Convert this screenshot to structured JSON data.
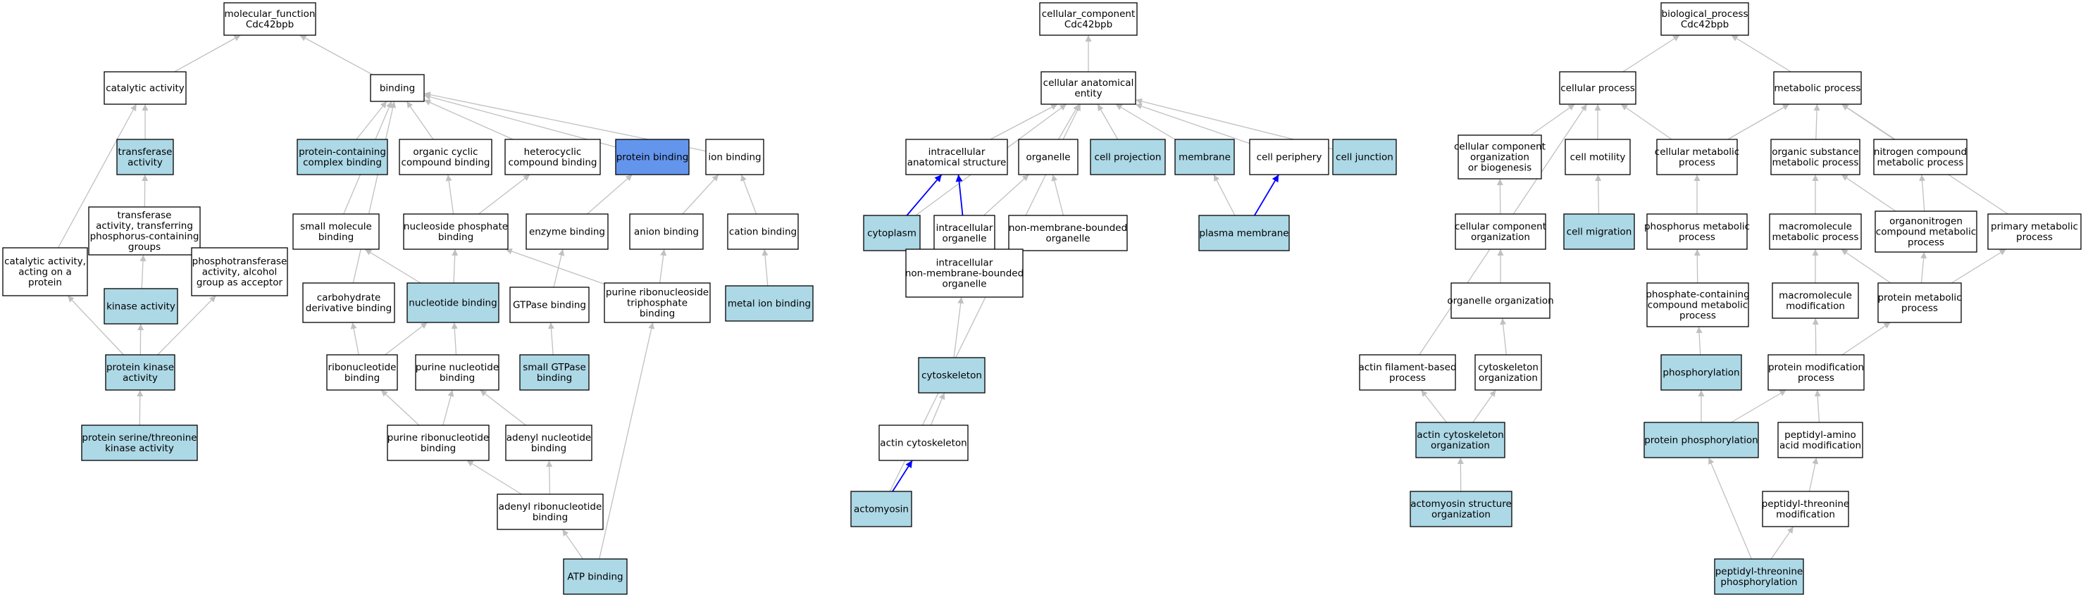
{
  "colors": {
    "default_fill": "#ffffff",
    "annotated_fill": "#add8e6",
    "query_fill": "#6495ed",
    "edge_gray": "#c0c0c0",
    "edge_blue": "#0000ff"
  },
  "nodes": [
    {
      "id": "mf",
      "lines": [
        "molecular_function",
        "Cdc42bpb"
      ],
      "fill": "default"
    },
    {
      "id": "catalytic",
      "lines": [
        "catalytic activity"
      ],
      "fill": "default"
    },
    {
      "id": "binding",
      "lines": [
        "binding"
      ],
      "fill": "default"
    },
    {
      "id": "transferase",
      "lines": [
        "transferase",
        "activity"
      ],
      "fill": "annotated"
    },
    {
      "id": "pccb",
      "lines": [
        "protein-containing",
        "complex binding"
      ],
      "fill": "annotated"
    },
    {
      "id": "occb",
      "lines": [
        "organic cyclic",
        "compound binding"
      ],
      "fill": "default"
    },
    {
      "id": "hcb",
      "lines": [
        "heterocyclic",
        "compound binding"
      ],
      "fill": "default"
    },
    {
      "id": "protbind",
      "lines": [
        "protein binding"
      ],
      "fill": "query"
    },
    {
      "id": "ionbind",
      "lines": [
        "ion binding"
      ],
      "fill": "default"
    },
    {
      "id": "transP",
      "lines": [
        "transferase",
        "activity, transferring",
        "phosphorus-containing",
        "groups"
      ],
      "fill": "default"
    },
    {
      "id": "smb",
      "lines": [
        "small molecule",
        "binding"
      ],
      "fill": "default"
    },
    {
      "id": "nphb",
      "lines": [
        "nucleoside phosphate",
        "binding"
      ],
      "fill": "default"
    },
    {
      "id": "enzb",
      "lines": [
        "enzyme binding"
      ],
      "fill": "default"
    },
    {
      "id": "anionb",
      "lines": [
        "anion binding"
      ],
      "fill": "default"
    },
    {
      "id": "cationb",
      "lines": [
        "cation binding"
      ],
      "fill": "default"
    },
    {
      "id": "caop",
      "lines": [
        "catalytic activity,",
        "acting on a",
        "protein"
      ],
      "fill": "default"
    },
    {
      "id": "kinase",
      "lines": [
        "kinase activity"
      ],
      "fill": "annotated"
    },
    {
      "id": "phosphotrans",
      "lines": [
        "phosphotransferase",
        "activity, alcohol",
        "group as acceptor"
      ],
      "fill": "default"
    },
    {
      "id": "carbder",
      "lines": [
        "carbohydrate",
        "derivative binding"
      ],
      "fill": "default"
    },
    {
      "id": "nucb",
      "lines": [
        "nucleotide binding"
      ],
      "fill": "annotated"
    },
    {
      "id": "gtpaseb",
      "lines": [
        "GTPase binding"
      ],
      "fill": "default"
    },
    {
      "id": "prtpb",
      "lines": [
        "purine ribonucleoside",
        "triphosphate",
        "binding"
      ],
      "fill": "default"
    },
    {
      "id": "metalion",
      "lines": [
        "metal ion binding"
      ],
      "fill": "annotated"
    },
    {
      "id": "pka",
      "lines": [
        "protein kinase",
        "activity"
      ],
      "fill": "annotated"
    },
    {
      "id": "ribob",
      "lines": [
        "ribonucleotide",
        "binding"
      ],
      "fill": "default"
    },
    {
      "id": "purnb",
      "lines": [
        "purine nucleotide",
        "binding"
      ],
      "fill": "default"
    },
    {
      "id": "sgtpase",
      "lines": [
        "small GTPase",
        "binding"
      ],
      "fill": "annotated"
    },
    {
      "id": "pstka",
      "lines": [
        "protein serine/threonine",
        "kinase activity"
      ],
      "fill": "annotated"
    },
    {
      "id": "purrib",
      "lines": [
        "purine ribonucleotide",
        "binding"
      ],
      "fill": "default"
    },
    {
      "id": "adenylnb",
      "lines": [
        "adenyl nucleotide",
        "binding"
      ],
      "fill": "default"
    },
    {
      "id": "adenylrib",
      "lines": [
        "adenyl ribonucleotide",
        "binding"
      ],
      "fill": "default"
    },
    {
      "id": "atp",
      "lines": [
        "ATP binding"
      ],
      "fill": "annotated"
    },
    {
      "id": "cc",
      "lines": [
        "cellular_component",
        "Cdc42bpb"
      ],
      "fill": "default"
    },
    {
      "id": "cae",
      "lines": [
        "cellular anatomical",
        "entity"
      ],
      "fill": "default"
    },
    {
      "id": "ias",
      "lines": [
        "intracellular",
        "anatomical structure"
      ],
      "fill": "default"
    },
    {
      "id": "organelle",
      "lines": [
        "organelle"
      ],
      "fill": "default"
    },
    {
      "id": "cellproj",
      "lines": [
        "cell projection"
      ],
      "fill": "annotated"
    },
    {
      "id": "membrane",
      "lines": [
        "membrane"
      ],
      "fill": "annotated"
    },
    {
      "id": "cellperi",
      "lines": [
        "cell periphery"
      ],
      "fill": "default"
    },
    {
      "id": "celljunc",
      "lines": [
        "cell junction"
      ],
      "fill": "annotated"
    },
    {
      "id": "cytoplasm",
      "lines": [
        "cytoplasm"
      ],
      "fill": "annotated"
    },
    {
      "id": "icorg",
      "lines": [
        "intracellular",
        "organelle"
      ],
      "fill": "default"
    },
    {
      "id": "nmbo",
      "lines": [
        "non-membrane-bounded",
        "organelle"
      ],
      "fill": "default"
    },
    {
      "id": "plasmamem",
      "lines": [
        "plasma membrane"
      ],
      "fill": "annotated"
    },
    {
      "id": "icnmbo",
      "lines": [
        "intracellular",
        "non-membrane-bounded",
        "organelle"
      ],
      "fill": "default"
    },
    {
      "id": "cytoskel",
      "lines": [
        "cytoskeleton"
      ],
      "fill": "annotated"
    },
    {
      "id": "actincyto",
      "lines": [
        "actin cytoskeleton"
      ],
      "fill": "default"
    },
    {
      "id": "actomyosin",
      "lines": [
        "actomyosin"
      ],
      "fill": "annotated"
    },
    {
      "id": "bp",
      "lines": [
        "biological_process",
        "Cdc42bpb"
      ],
      "fill": "default"
    },
    {
      "id": "cellproc",
      "lines": [
        "cellular process"
      ],
      "fill": "default"
    },
    {
      "id": "metaproc",
      "lines": [
        "metabolic process"
      ],
      "fill": "default"
    },
    {
      "id": "ccob",
      "lines": [
        "cellular component",
        "organization",
        "or biogenesis"
      ],
      "fill": "default"
    },
    {
      "id": "cellmot",
      "lines": [
        "cell motility"
      ],
      "fill": "default"
    },
    {
      "id": "cellmeta",
      "lines": [
        "cellular metabolic",
        "process"
      ],
      "fill": "default"
    },
    {
      "id": "osmp",
      "lines": [
        "organic substance",
        "metabolic process"
      ],
      "fill": "default"
    },
    {
      "id": "ncmp",
      "lines": [
        "nitrogen compound",
        "metabolic process"
      ],
      "fill": "default"
    },
    {
      "id": "cco",
      "lines": [
        "cellular component",
        "organization"
      ],
      "fill": "default"
    },
    {
      "id": "cellmig",
      "lines": [
        "cell migration"
      ],
      "fill": "annotated"
    },
    {
      "id": "phosmeta",
      "lines": [
        "phosphorus metabolic",
        "process"
      ],
      "fill": "default"
    },
    {
      "id": "macromp",
      "lines": [
        "macromolecule",
        "metabolic process"
      ],
      "fill": "default"
    },
    {
      "id": "onitro",
      "lines": [
        "organonitrogen",
        "compound metabolic",
        "process"
      ],
      "fill": "default"
    },
    {
      "id": "primmeta",
      "lines": [
        "primary metabolic",
        "process"
      ],
      "fill": "default"
    },
    {
      "id": "orgorg",
      "lines": [
        "organelle organization"
      ],
      "fill": "default"
    },
    {
      "id": "pcmp",
      "lines": [
        "phosphate-containing",
        "compound metabolic",
        "process"
      ],
      "fill": "default"
    },
    {
      "id": "macromod",
      "lines": [
        "macromolecule",
        "modification"
      ],
      "fill": "default"
    },
    {
      "id": "protmeta",
      "lines": [
        "protein metabolic",
        "process"
      ],
      "fill": "default"
    },
    {
      "id": "afbp",
      "lines": [
        "actin filament-based",
        "process"
      ],
      "fill": "default"
    },
    {
      "id": "cytoorg",
      "lines": [
        "cytoskeleton",
        "organization"
      ],
      "fill": "default"
    },
    {
      "id": "phosphorylation",
      "lines": [
        "phosphorylation"
      ],
      "fill": "annotated"
    },
    {
      "id": "protmod",
      "lines": [
        "protein modification",
        "process"
      ],
      "fill": "default"
    },
    {
      "id": "actincytoorg",
      "lines": [
        "actin cytoskeleton",
        "organization"
      ],
      "fill": "annotated"
    },
    {
      "id": "protphos",
      "lines": [
        "protein phosphorylation"
      ],
      "fill": "annotated"
    },
    {
      "id": "pepaa",
      "lines": [
        "peptidyl-amino",
        "acid modification"
      ],
      "fill": "default"
    },
    {
      "id": "actomyosinorg",
      "lines": [
        "actomyosin structure",
        "organization"
      ],
      "fill": "annotated"
    },
    {
      "id": "pepthrmod",
      "lines": [
        "peptidyl-threonine",
        "modification"
      ],
      "fill": "default"
    },
    {
      "id": "pepthrphos",
      "lines": [
        "peptidyl-threonine",
        "phosphorylation"
      ],
      "fill": "annotated"
    }
  ],
  "edges": [
    [
      "catalytic",
      "mf",
      "gray"
    ],
    [
      "binding",
      "mf",
      "gray"
    ],
    [
      "transferase",
      "catalytic",
      "gray"
    ],
    [
      "caop",
      "catalytic",
      "gray"
    ],
    [
      "pccb",
      "binding",
      "gray"
    ],
    [
      "occb",
      "binding",
      "gray"
    ],
    [
      "hcb",
      "binding",
      "gray"
    ],
    [
      "protbind",
      "binding",
      "gray"
    ],
    [
      "ionbind",
      "binding",
      "gray"
    ],
    [
      "smb",
      "binding",
      "gray"
    ],
    [
      "carbder",
      "binding",
      "gray"
    ],
    [
      "transP",
      "transferase",
      "gray"
    ],
    [
      "nphb",
      "occb",
      "gray"
    ],
    [
      "nphb",
      "hcb",
      "gray"
    ],
    [
      "enzb",
      "protbind",
      "gray"
    ],
    [
      "anionb",
      "ionbind",
      "gray"
    ],
    [
      "cationb",
      "ionbind",
      "gray"
    ],
    [
      "kinase",
      "transP",
      "gray"
    ],
    [
      "phosphotrans",
      "transP",
      "gray"
    ],
    [
      "nucb",
      "nphb",
      "gray"
    ],
    [
      "nucb",
      "smb",
      "gray"
    ],
    [
      "gtpaseb",
      "enzb",
      "gray"
    ],
    [
      "prtpb",
      "anionb",
      "gray"
    ],
    [
      "prtpb",
      "nphb",
      "gray"
    ],
    [
      "metalion",
      "cationb",
      "gray"
    ],
    [
      "pka",
      "caop",
      "gray"
    ],
    [
      "pka",
      "kinase",
      "gray"
    ],
    [
      "pka",
      "phosphotrans",
      "gray"
    ],
    [
      "ribob",
      "carbder",
      "gray"
    ],
    [
      "ribob",
      "nucb",
      "gray"
    ],
    [
      "purnb",
      "nucb",
      "gray"
    ],
    [
      "sgtpase",
      "gtpaseb",
      "gray"
    ],
    [
      "pstka",
      "pka",
      "gray"
    ],
    [
      "purrib",
      "ribob",
      "gray"
    ],
    [
      "purrib",
      "purnb",
      "gray"
    ],
    [
      "adenylnb",
      "purnb",
      "gray"
    ],
    [
      "adenylrib",
      "purrib",
      "gray"
    ],
    [
      "adenylrib",
      "adenylnb",
      "gray"
    ],
    [
      "atp",
      "adenylrib",
      "gray"
    ],
    [
      "atp",
      "prtpb",
      "gray"
    ],
    [
      "cae",
      "cc",
      "gray"
    ],
    [
      "ias",
      "cae",
      "gray"
    ],
    [
      "organelle",
      "cae",
      "gray"
    ],
    [
      "cellproj",
      "cae",
      "gray"
    ],
    [
      "membrane",
      "cae",
      "gray"
    ],
    [
      "cellperi",
      "cae",
      "gray"
    ],
    [
      "celljunc",
      "cae",
      "gray"
    ],
    [
      "cytoplasm",
      "cae",
      "gray"
    ],
    [
      "actomyosin",
      "cae",
      "gray"
    ],
    [
      "cytoplasm",
      "ias",
      "blue"
    ],
    [
      "icorg",
      "ias",
      "blue"
    ],
    [
      "icorg",
      "organelle",
      "gray"
    ],
    [
      "nmbo",
      "organelle",
      "gray"
    ],
    [
      "plasmamem",
      "membrane",
      "gray"
    ],
    [
      "plasmamem",
      "cellperi",
      "blue"
    ],
    [
      "icnmbo",
      "icorg",
      "gray"
    ],
    [
      "icnmbo",
      "nmbo",
      "gray"
    ],
    [
      "cytoskel",
      "icnmbo",
      "gray"
    ],
    [
      "actincyto",
      "cytoskel",
      "gray"
    ],
    [
      "actomyosin",
      "actincyto",
      "blue"
    ],
    [
      "cellproc",
      "bp",
      "gray"
    ],
    [
      "metaproc",
      "bp",
      "gray"
    ],
    [
      "ccob",
      "cellproc",
      "gray"
    ],
    [
      "cellmot",
      "cellproc",
      "gray"
    ],
    [
      "cellmeta",
      "cellproc",
      "gray"
    ],
    [
      "afbp",
      "cellproc",
      "gray"
    ],
    [
      "cellmeta",
      "metaproc",
      "gray"
    ],
    [
      "osmp",
      "metaproc",
      "gray"
    ],
    [
      "ncmp",
      "metaproc",
      "gray"
    ],
    [
      "primmeta",
      "metaproc",
      "gray"
    ],
    [
      "cco",
      "ccob",
      "gray"
    ],
    [
      "cellmig",
      "cellmot",
      "gray"
    ],
    [
      "phosmeta",
      "cellmeta",
      "gray"
    ],
    [
      "macromp",
      "osmp",
      "gray"
    ],
    [
      "onitro",
      "osmp",
      "gray"
    ],
    [
      "onitro",
      "ncmp",
      "gray"
    ],
    [
      "orgorg",
      "cco",
      "gray"
    ],
    [
      "pcmp",
      "phosmeta",
      "gray"
    ],
    [
      "macromod",
      "macromp",
      "gray"
    ],
    [
      "protmeta",
      "macromp",
      "gray"
    ],
    [
      "protmeta",
      "onitro",
      "gray"
    ],
    [
      "protmeta",
      "primmeta",
      "gray"
    ],
    [
      "cytoorg",
      "orgorg",
      "gray"
    ],
    [
      "phosphorylation",
      "pcmp",
      "gray"
    ],
    [
      "protmod",
      "macromod",
      "gray"
    ],
    [
      "protmod",
      "protmeta",
      "gray"
    ],
    [
      "actincytoorg",
      "afbp",
      "gray"
    ],
    [
      "actincytoorg",
      "cytoorg",
      "gray"
    ],
    [
      "protphos",
      "phosphorylation",
      "gray"
    ],
    [
      "protphos",
      "protmod",
      "gray"
    ],
    [
      "pepaa",
      "protmod",
      "gray"
    ],
    [
      "actomyosinorg",
      "actincytoorg",
      "gray"
    ],
    [
      "pepthrmod",
      "pepaa",
      "gray"
    ],
    [
      "pepthrphos",
      "pepthrmod",
      "gray"
    ],
    [
      "pepthrphos",
      "protphos",
      "gray"
    ]
  ]
}
